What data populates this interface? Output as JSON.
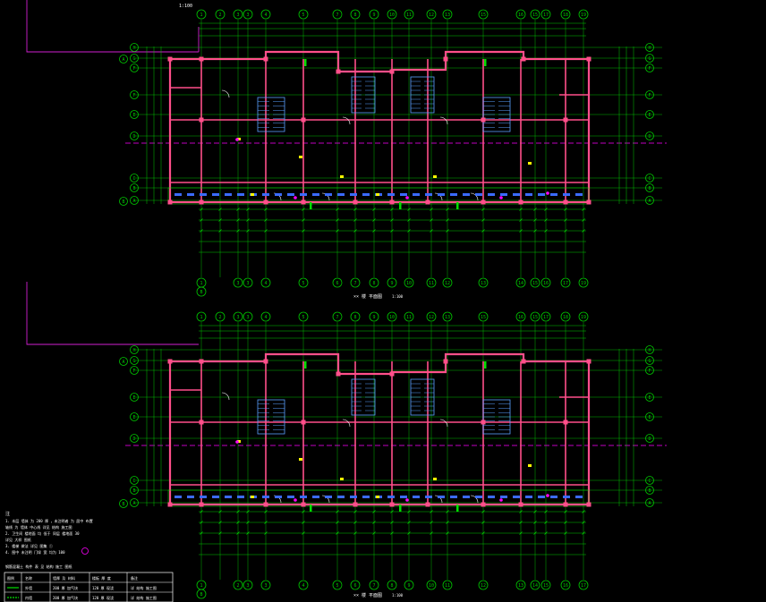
{
  "colors": {
    "background": "#000000",
    "axis": "#00c800",
    "dimension": "#00e000",
    "wall": "#ff4f8a",
    "stair": "#5aa0ff",
    "annotation": "#ffffff",
    "marker": "#ff00ff",
    "tag": "#ffff00",
    "leader": "#d020d0",
    "legend_line": "#00e000",
    "column_blue": "#3b6bff"
  },
  "axes": {
    "columns": [
      "1",
      "2",
      "3",
      "3",
      "4",
      "5",
      "7",
      "8",
      "9",
      "10",
      "11",
      "12",
      "13",
      "15",
      "16",
      "15",
      "17",
      "18",
      "19"
    ],
    "rows_top": [
      "H",
      "G",
      "F",
      "F",
      "E",
      "D",
      "C",
      "B",
      "A"
    ],
    "rows_bottom": [
      "H",
      "G",
      "F",
      "E",
      "E",
      "D",
      "C",
      "B",
      "A"
    ],
    "grid_marks": [
      "A",
      "B"
    ],
    "bottom_marks_top": [
      "1",
      "3",
      "3",
      "4",
      "5",
      "6",
      "7",
      "8",
      "9",
      "10",
      "11",
      "12",
      "13",
      "14",
      "15",
      "16",
      "17",
      "19"
    ],
    "bottom_marks_bottom": [
      "1",
      "2",
      "3",
      "3",
      "4",
      "5",
      "6",
      "7",
      "8",
      "9",
      "10",
      "11",
      "12",
      "13",
      "14",
      "15",
      "16",
      "17",
      "19"
    ]
  },
  "plan_top": {
    "caption": "1:100",
    "title": "×× 楼 平面图"
  },
  "plan_bottom": {
    "caption": "1:100",
    "title": "×× 楼 平面图"
  },
  "top_corner_label": "1:100",
  "notes": {
    "title": "注",
    "lines": [
      "1. 本层 墙体 为 200 厚 ，未注明者 为 居中 布置",
      "轴线 为 墙体 中心线 详见 结构 施工图",
      "2. 卫生间 楼地面 均 低于 同层 楼地面 30",
      "详见 大样 图纸",
      "3. 楼梯 做法 详见 图集 ①",
      "4. 图中 未注明 门垛 宽 均为 100"
    ],
    "table_caption": "钢筋混凝土 构件 表 见 结构 施工 图纸"
  },
  "legend": {
    "headers": [
      "图例",
      "名称",
      "墙厚 及 材料",
      "楼板 厚 度",
      "备注"
    ],
    "rows": [
      [
        "",
        "外墙",
        "200 厚 加气块",
        "120 厚 现浇",
        "详 结构 施工图"
      ],
      [
        "",
        "内墙",
        "200 厚 加气块",
        "120 厚 现浇",
        "详 结构 施工图"
      ]
    ]
  }
}
